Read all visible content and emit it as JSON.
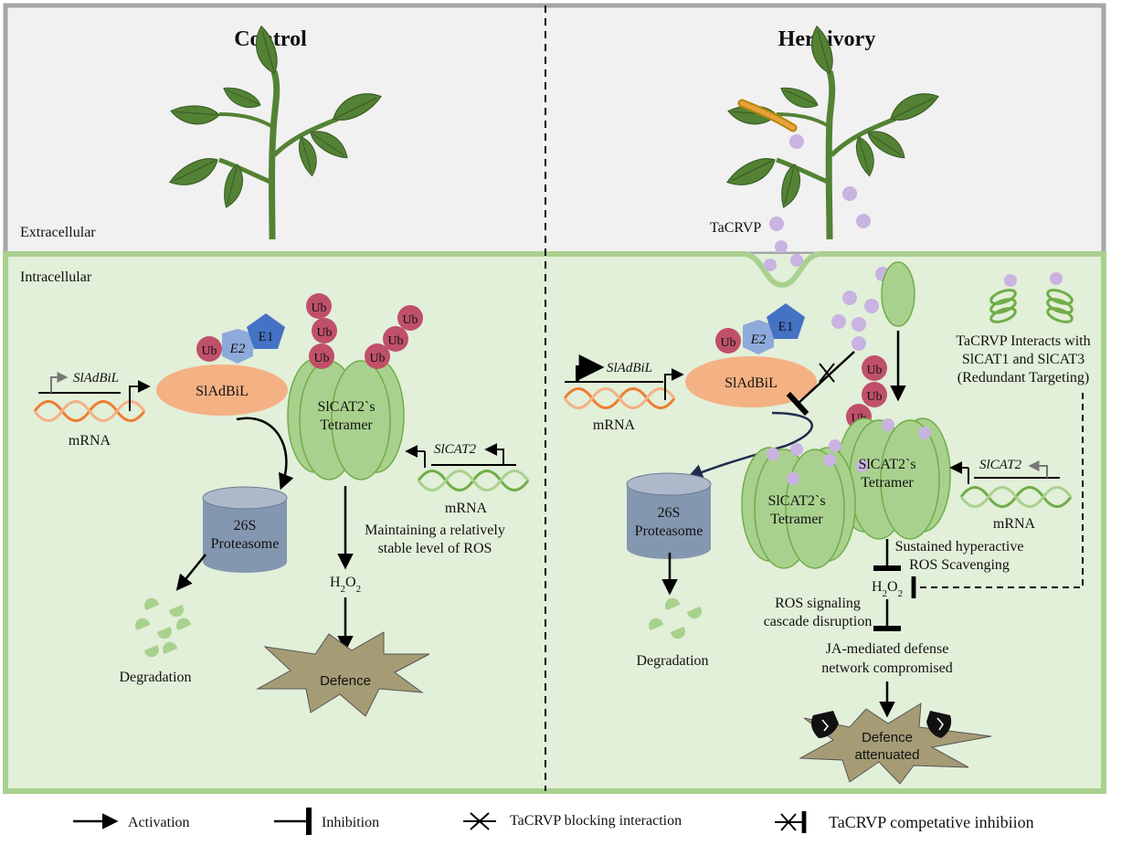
{
  "panels": {
    "control_title": "Control",
    "herbivory_title": "Herbivory",
    "extracellular": "Extracellular",
    "intracellular": "Intracellular"
  },
  "control": {
    "gene_adbil": "SlAdBiL",
    "mrna_left": "mRNA",
    "adbil_protein": "SlAdBiL",
    "ub": "Ub",
    "e2": "E2",
    "e1": "E1",
    "tetramer_line1": "SlCAT2`s",
    "tetramer_line2": "Tetramer",
    "gene_cat2": "SlCAT2",
    "mrna_right": "mRNA",
    "ros_line1": "Maintaining a relatively",
    "ros_line2": "stable level of ROS",
    "proteasome_line1": "26S",
    "proteasome_line2": "Proteasome",
    "degradation": "Degradation",
    "h2o2": "H2O2",
    "defence": "Defence"
  },
  "herbivory": {
    "tacrvp": "TaCRVP",
    "gene_adbil": "SlAdBiL",
    "mrna_left": "mRNA",
    "adbil_protein": "SlAdBiL",
    "ub": "Ub",
    "e2": "E2",
    "e1": "E1",
    "interacts_line1": "TaCRVP Interacts with",
    "interacts_line2": "SlCAT1 and SlCAT3",
    "interacts_line3": "(Redundant Targeting)",
    "tetramer_line1": "SlCAT2`s",
    "tetramer_line2": "Tetramer",
    "gene_cat2": "SlCAT2",
    "mrna_right": "mRNA",
    "proteasome_line1": "26S",
    "proteasome_line2": "Proteasome",
    "degradation": "Degradation",
    "sustained_line1": "Sustained hyperactive",
    "sustained_line2": "ROS Scavenging",
    "h2o2": "H2O2",
    "ros_sig_line1": "ROS signaling",
    "ros_sig_line2": "cascade disruption",
    "ja_line1": "JA-mediated defense",
    "ja_line2": "network compromised",
    "defence_line1": "Defence",
    "defence_line2": "attenuated"
  },
  "legend": {
    "activation": "Activation",
    "inhibition": "Inhibition",
    "blocking": "TaCRVP blocking interaction",
    "competitive": "TaCRVP competative inhibiion"
  },
  "colors": {
    "extracellular_bg": "#f1f1f1",
    "intracellular_bg": "#e2efd9",
    "membrane": "#a9d18e",
    "leaf": "#548235",
    "ub": "#c0506a",
    "e2": "#8eaadb",
    "e1": "#4472c4",
    "adbil": "#f4b183",
    "catalase": "#a9d18e",
    "tacrvp": "#c9b3e0",
    "proteasome": "#8497b0",
    "defence_star": "#a59c76"
  }
}
